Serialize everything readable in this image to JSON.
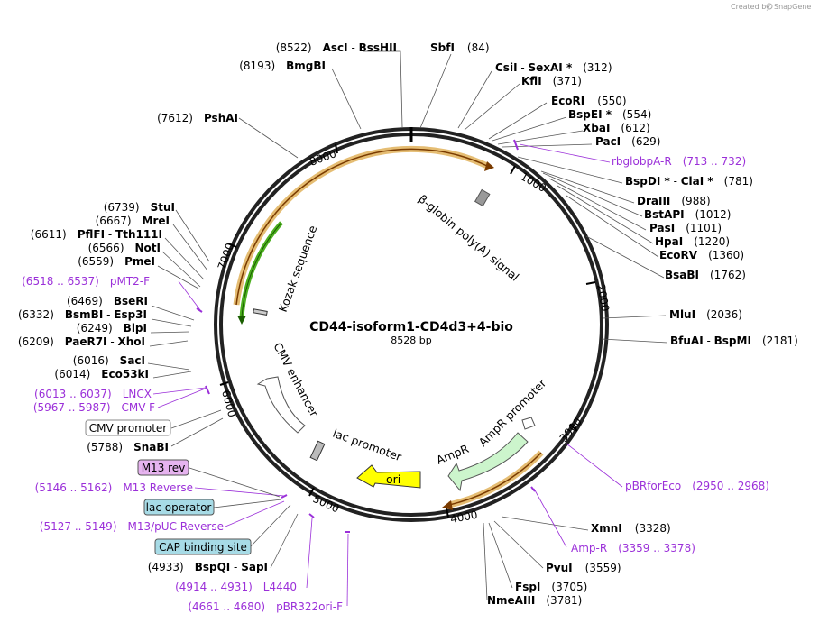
{
  "credit": {
    "text": "Created by",
    "brand": "SnapGene"
  },
  "plasmid": {
    "name": "CD44-isoform1-CD4d3+4-bio",
    "length": "8528 bp"
  },
  "ticks": [
    "1000",
    "2000",
    "3000",
    "4000",
    "5000",
    "6000",
    "7000",
    "8000"
  ],
  "enzymes_right": [
    {
      "name": "SbfI",
      "pos": "(84)"
    },
    {
      "name": "CsiI",
      "sep": " - ",
      "name2": "SexAI *",
      "pos": "(312)"
    },
    {
      "name": "KflI",
      "pos": "(371)"
    },
    {
      "name": "EcoRI",
      "pos": "(550)"
    },
    {
      "name": "BspEI *",
      "pos": "(554)"
    },
    {
      "name": "XbaI",
      "pos": "(612)"
    },
    {
      "name": "PacI",
      "pos": "(629)"
    },
    {
      "name": "BspDI *",
      "sep": " - ",
      "name2": "ClaI *",
      "pos": "(781)"
    },
    {
      "name": "DraIII",
      "pos": "(988)"
    },
    {
      "name": "BstAPI",
      "pos": "(1012)"
    },
    {
      "name": "PasI",
      "pos": "(1101)"
    },
    {
      "name": "HpaI",
      "pos": "(1220)"
    },
    {
      "name": "EcoRV",
      "pos": "(1360)"
    },
    {
      "name": "BsaBI",
      "pos": "(1762)"
    },
    {
      "name": "MluI",
      "pos": "(2036)"
    },
    {
      "name": "BfuAI",
      "sep": " - ",
      "name2": "BspMI",
      "pos": "(2181)"
    },
    {
      "name": "XmnI",
      "pos": "(3328)"
    },
    {
      "name": "PvuI",
      "pos": "(3559)"
    },
    {
      "name": "FspI",
      "pos": "(3705)"
    },
    {
      "name": "NmeAIII",
      "pos": "(3781)"
    }
  ],
  "enzymes_left": [
    {
      "pos": "(8522)",
      "name": "AscI",
      "sep": " - ",
      "name2": "BssHII"
    },
    {
      "pos": "(8193)",
      "name": "BmgBI"
    },
    {
      "pos": "(7612)",
      "name": "PshAI"
    },
    {
      "pos": "(6739)",
      "name": "StuI"
    },
    {
      "pos": "(6667)",
      "name": "MreI"
    },
    {
      "pos": "(6611)",
      "name": "PflFI",
      "sep": " - ",
      "name2": "Tth111I"
    },
    {
      "pos": "(6566)",
      "name": "NotI"
    },
    {
      "pos": "(6559)",
      "name": "PmeI"
    },
    {
      "pos": "(6469)",
      "name": "BseRI"
    },
    {
      "pos": "(6332)",
      "name": "BsmBI",
      "sep": " - ",
      "name2": "Esp3I"
    },
    {
      "pos": "(6249)",
      "name": "BlpI"
    },
    {
      "pos": "(6209)",
      "name": "PaeR7I",
      "sep": " - ",
      "name2": "XhoI"
    },
    {
      "pos": "(6016)",
      "name": "SacI"
    },
    {
      "pos": "(6014)",
      "name": "Eco53kI"
    },
    {
      "pos": "(5788)",
      "name": "SnaBI"
    },
    {
      "pos": "(4933)",
      "name": "BspQI",
      "sep": " - ",
      "name2": "SapI"
    }
  ],
  "primers": [
    {
      "name": "rbglobpA-R",
      "range": "(713 .. 732)"
    },
    {
      "name": "pBRforEco",
      "range": "(2950 .. 2968)"
    },
    {
      "name": "Amp-R",
      "range": "(3359 .. 3378)"
    },
    {
      "name": "L4440",
      "range": "(4914 .. 4931)"
    },
    {
      "name": "pBR322ori-F",
      "range": "(4661 .. 4680)"
    },
    {
      "name": "M13/pUC Reverse",
      "range": "(5127 .. 5149)"
    },
    {
      "name": "M13 Reverse",
      "range": "(5146 .. 5162)"
    },
    {
      "name": "CMV-F",
      "range": "(5967 .. 5987)"
    },
    {
      "name": "LNCX",
      "range": "(6013 .. 6037)"
    },
    {
      "name": "pMT2-F",
      "range": "(6518 .. 6537)"
    }
  ],
  "boxed_labels": [
    {
      "text": "CMV promoter",
      "fill": "#ffffff",
      "stroke": "#888888"
    },
    {
      "text": "M13 rev",
      "fill": "#e6b3ef",
      "stroke": "#555555"
    },
    {
      "text": "lac operator",
      "fill": "#a7dbe6",
      "stroke": "#555555"
    },
    {
      "text": "CAP binding site",
      "fill": "#a7dbe6",
      "stroke": "#555555"
    }
  ],
  "features": [
    {
      "name": "β-globin poly(A) signal",
      "color": "#999999"
    },
    {
      "name": "Kozak sequence",
      "color": "#cccccc"
    },
    {
      "name": "CMV enhancer",
      "color": "#ffffff"
    },
    {
      "name": "lac promoter",
      "color": "#ffffff"
    },
    {
      "name": "ori",
      "color": "#ffff00"
    },
    {
      "name": "AmpR",
      "color": "#ccf5cc"
    },
    {
      "name": "AmpR promoter",
      "color": "#ffffff"
    }
  ],
  "colors": {
    "orf_arc": "#f5a623",
    "insert_arc": "#e5b96a",
    "green_arc": "#4caf1f",
    "primer": "#9b30d9"
  }
}
